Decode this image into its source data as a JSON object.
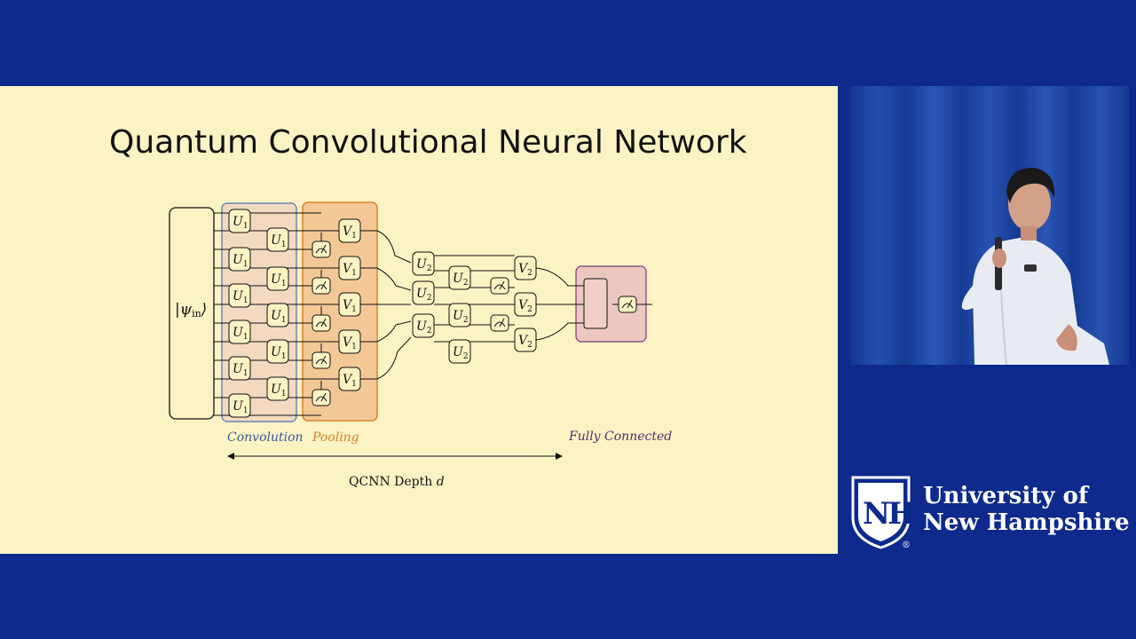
{
  "slide": {
    "title": "Quantum Convolutional Neural Network",
    "input_state": "|ψ",
    "input_state_sub": "in",
    "input_state_close": "⟩",
    "gates": {
      "U1": "U",
      "U1_sub": "1",
      "V1": "V",
      "V1_sub": "1",
      "U2": "U",
      "U2_sub": "2",
      "V2": "V",
      "V2_sub": "2"
    },
    "labels": {
      "convolution": "Convolution",
      "pooling": "Pooling",
      "fully_connected": "Fully Connected",
      "depth": "QCNN Depth ",
      "depth_var": "d"
    },
    "colors": {
      "convolution": "#3b5a9a",
      "pooling": "#d9822b",
      "fully_connected": "#5a2a6a"
    }
  },
  "branding": {
    "logo_letters": "NH",
    "registered": "®",
    "university_line1": "University of",
    "university_line2": "New Hampshire"
  }
}
